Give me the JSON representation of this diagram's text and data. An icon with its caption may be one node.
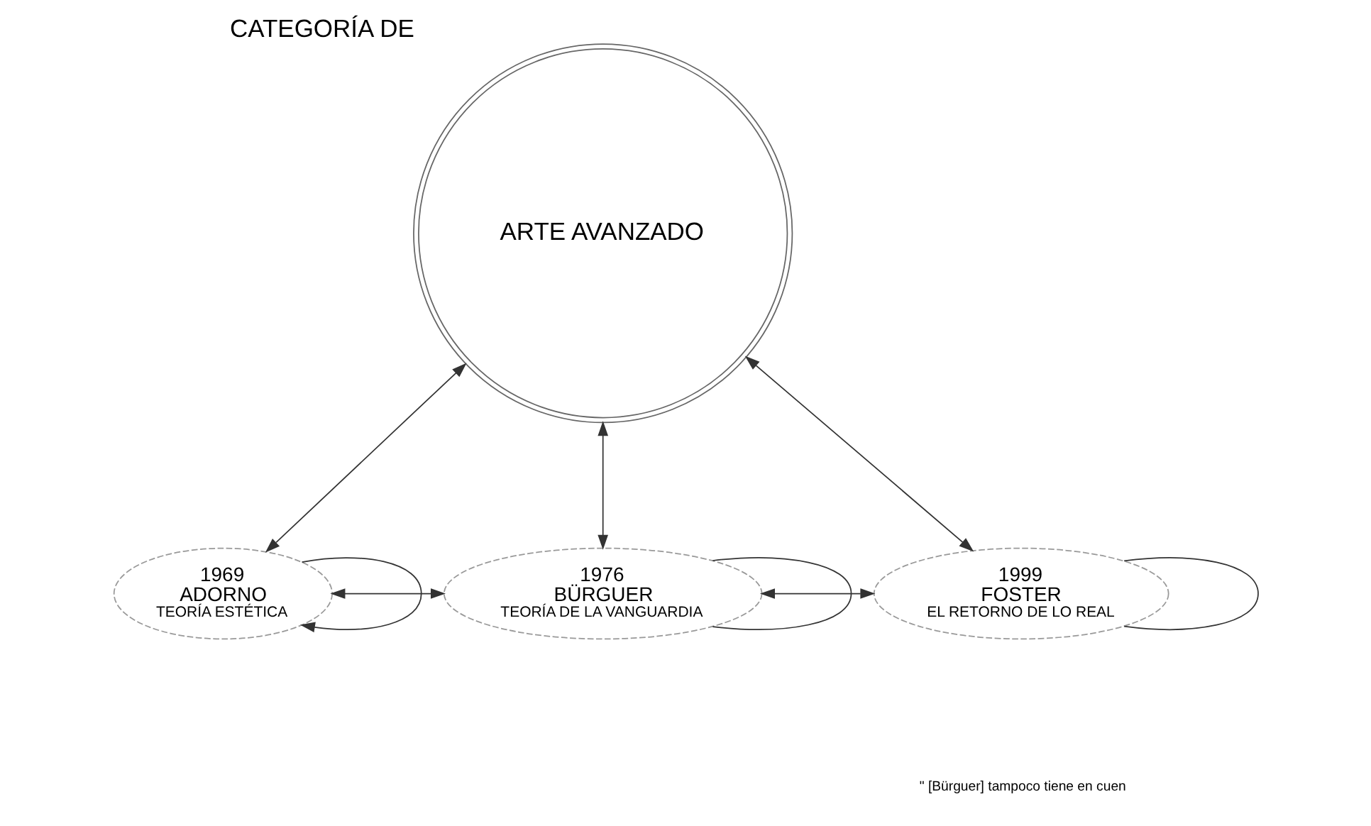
{
  "diagram": {
    "nodes": [
      {
        "text": [
          "CATEGORÍA DE",
          "ARTE AVANZADO"
        ]
      },
      {
        "text": [
          "1969",
          "ADORNO",
          "TEORÍA ESTÉTICA"
        ]
      },
      {
        "text": [
          "1976",
          "BÜRGUER",
          "TEORÍA DE LA VANGUARDIA"
        ]
      },
      {
        "text": [
          "1999",
          "FOSTER",
          "EL RETORNO DE LO REAL"
        ]
      }
    ],
    "edges": [
      {
        "from": 0,
        "to": 1,
        "arrow": "both"
      },
      {
        "from": 0,
        "to": 2,
        "arrow": "both"
      },
      {
        "from": 0,
        "to": 3,
        "arrow": "both"
      },
      {
        "from": 1,
        "to": 2,
        "arrow": "both"
      },
      {
        "from": 2,
        "to": 3,
        "arrow": "both"
      },
      {
        "from": 1,
        "to": 1,
        "arrow": "to"
      },
      {
        "from": 2,
        "to": 2,
        "arrow": "none"
      },
      {
        "from": 3,
        "to": 3,
        "arrow": "none"
      }
    ],
    "labels": [
      "\" [Bürguer] tampoco tiene en cuen"
    ]
  }
}
